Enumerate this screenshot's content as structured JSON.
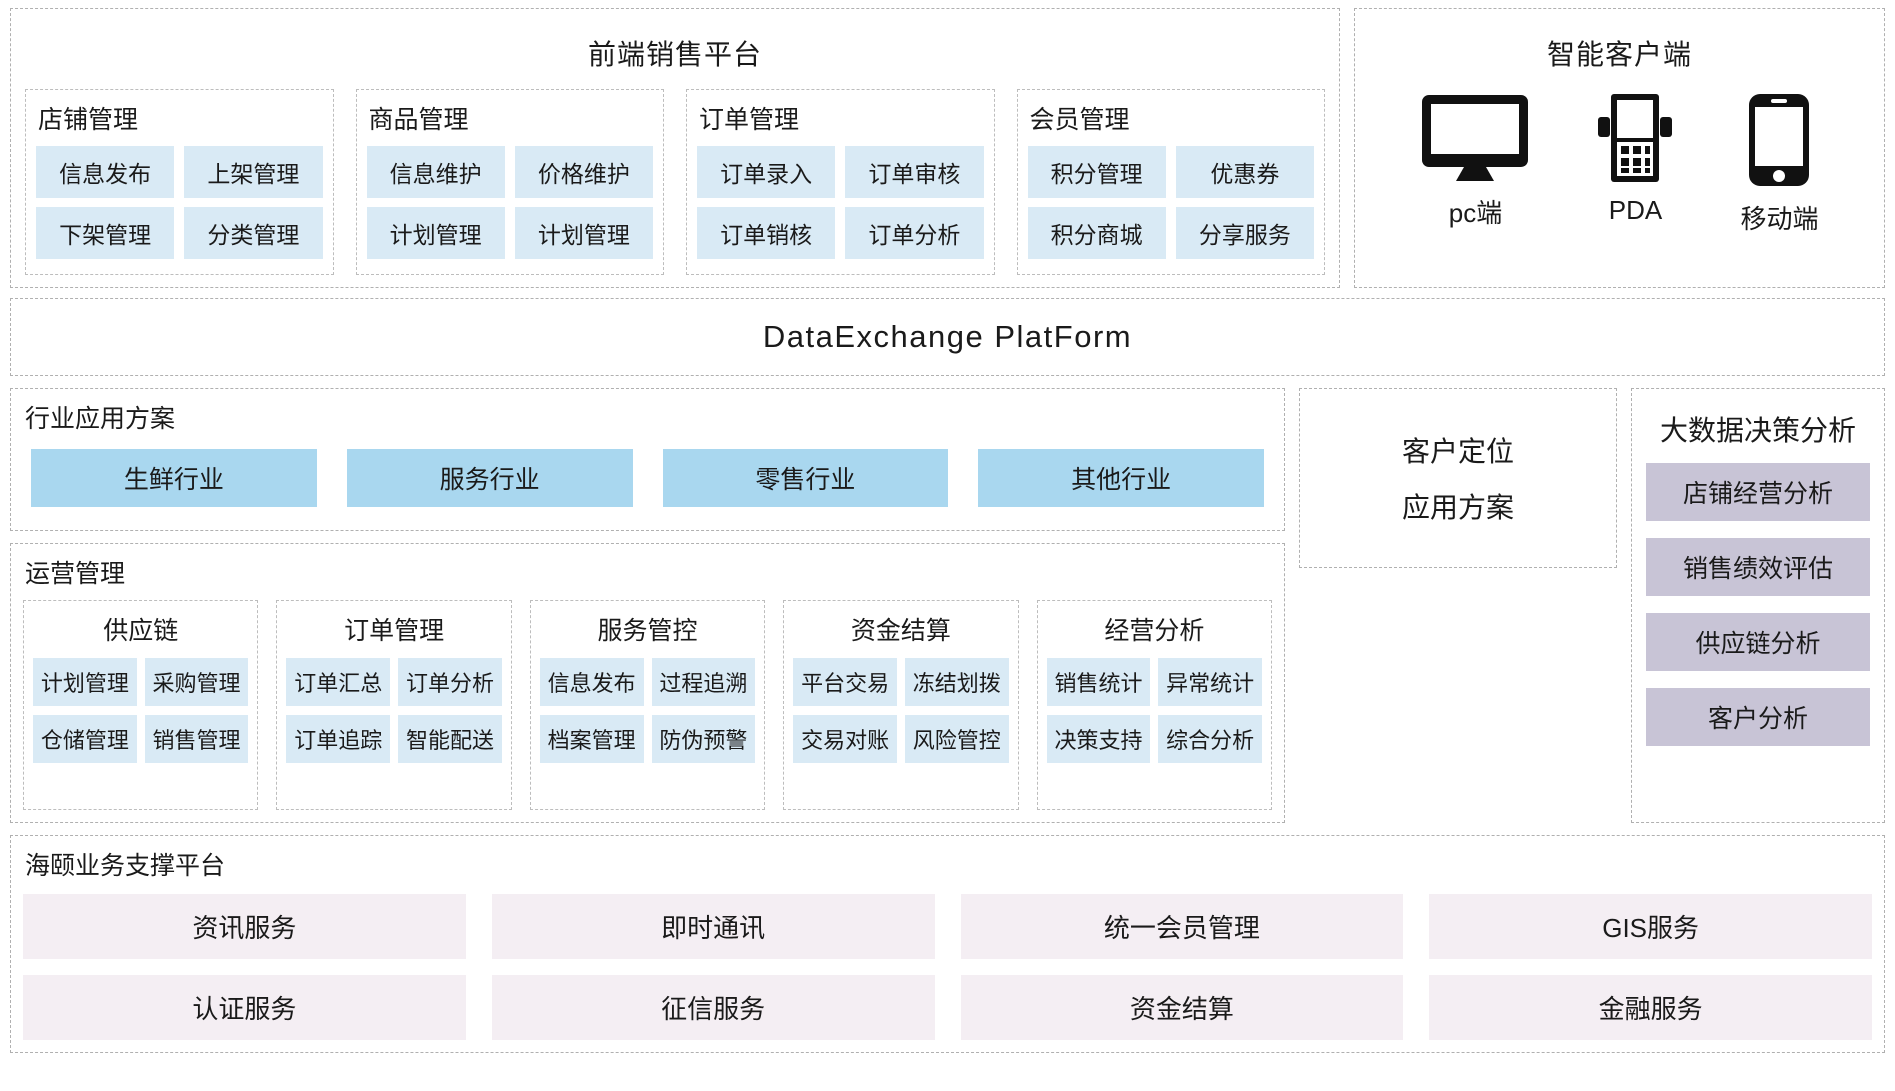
{
  "sales_platform": {
    "title": "前端销售平台",
    "groups": [
      {
        "title": "店铺管理",
        "items": [
          "信息发布",
          "上架管理",
          "下架管理",
          "分类管理"
        ]
      },
      {
        "title": "商品管理",
        "items": [
          "信息维护",
          "价格维护",
          "计划管理",
          "计划管理"
        ]
      },
      {
        "title": "订单管理",
        "items": [
          "订单录入",
          "订单审核",
          "订单销核",
          "订单分析"
        ]
      },
      {
        "title": "会员管理",
        "items": [
          "积分管理",
          "优惠券",
          "积分商城",
          "分享服务"
        ]
      }
    ]
  },
  "client": {
    "title": "智能客户端",
    "devices": [
      {
        "icon": "monitor-icon",
        "label": "pc端"
      },
      {
        "icon": "pda-icon",
        "label": "PDA"
      },
      {
        "icon": "mobile-icon",
        "label": "移动端"
      }
    ]
  },
  "data_exchange": {
    "title": "DataExchange PlatForm"
  },
  "industry": {
    "title": "行业应用方案",
    "tags": [
      "生鲜行业",
      "服务行业",
      "零售行业",
      "其他行业"
    ]
  },
  "customer_locate": {
    "line1": "客户定位",
    "line2": "应用方案"
  },
  "big_data": {
    "title": "大数据决策分析",
    "items": [
      "店铺经营分析",
      "销售绩效评估",
      "供应链分析",
      "客户分析"
    ]
  },
  "operations": {
    "title": "运营管理",
    "groups": [
      {
        "title": "供应链",
        "items": [
          "计划管理",
          "采购管理",
          "仓储管理",
          "销售管理"
        ]
      },
      {
        "title": "订单管理",
        "items": [
          "订单汇总",
          "订单分析",
          "订单追踪",
          "智能配送"
        ]
      },
      {
        "title": "服务管控",
        "items": [
          "信息发布",
          "过程追溯",
          "档案管理",
          "防伪预警"
        ]
      },
      {
        "title": "资金结算",
        "items": [
          "平台交易",
          "冻结划拨",
          "交易对账",
          "风险管控"
        ]
      },
      {
        "title": "经营分析",
        "items": [
          "销售统计",
          "异常统计",
          "决策支持",
          "综合分析"
        ]
      }
    ]
  },
  "support": {
    "title": "海颐业务支撑平台",
    "items": [
      "资讯服务",
      "即时通讯",
      "统一会员管理",
      "GIS服务",
      "认证服务",
      "征信服务",
      "资金结算",
      "金融服务"
    ]
  },
  "colors": {
    "tag_blue": "#d9eaf5",
    "tag_blue_strong": "#a9d7ef",
    "tag_purple": "#c8c4d6",
    "tag_pink": "#f4eef3",
    "dash_border": "#b0b0b0"
  }
}
